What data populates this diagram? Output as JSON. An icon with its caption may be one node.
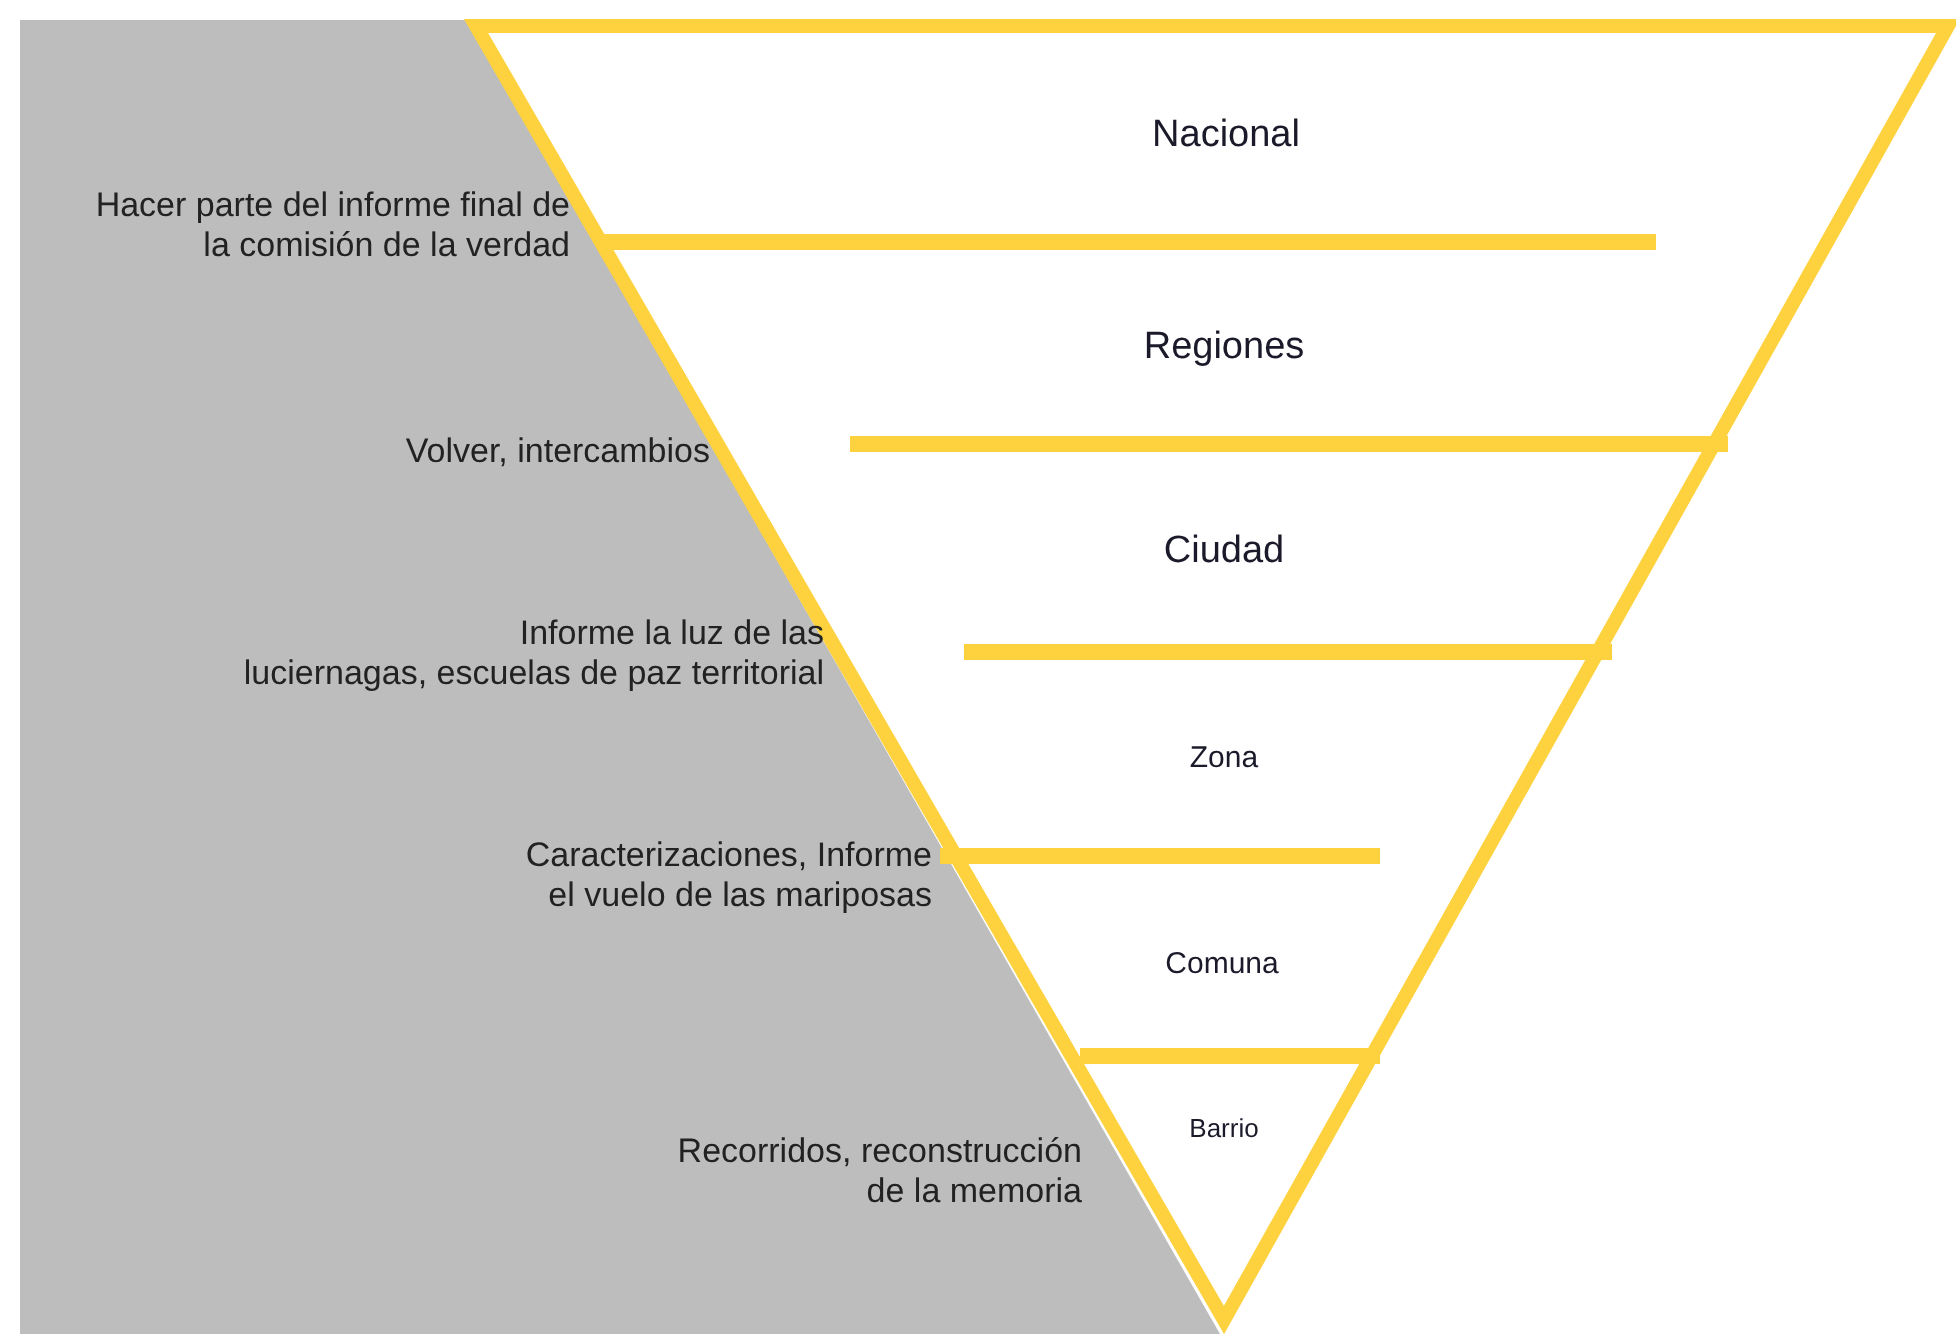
{
  "diagram": {
    "nodes": [
      {
        "text": [
          "Nacional"
        ]
      },
      {
        "text": [
          "Regiones"
        ]
      },
      {
        "text": [
          "Ciudad"
        ]
      },
      {
        "text": [
          "Zona"
        ]
      },
      {
        "text": [
          "Comuna"
        ]
      },
      {
        "text": [
          "Barrio"
        ]
      }
    ],
    "labels": [
      "Hacer parte del informe final de la comisión de la verdad",
      "Volver, intercambios",
      "Informe la luz de las luciernagas, escuelas de paz territorial",
      "Caracterizaciones, Informe el vuelo de las mariposas",
      "Recorridos, reconstrucción de la memoria"
    ]
  }
}
